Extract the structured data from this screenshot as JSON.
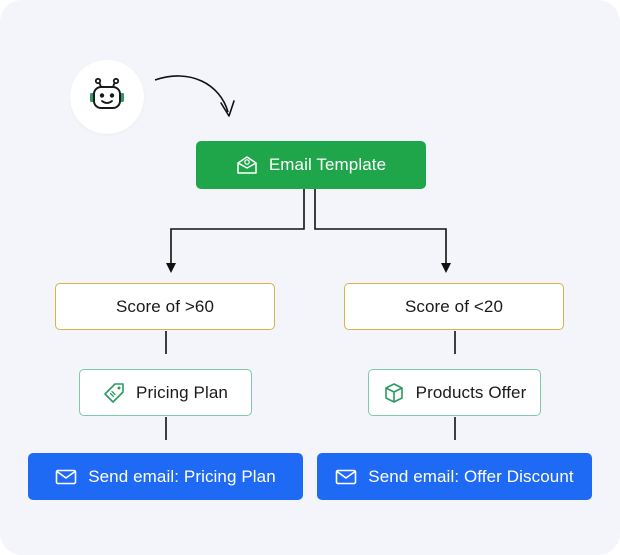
{
  "diagram": {
    "root": {
      "label": "Email Template",
      "icon": "email-template-icon",
      "color": "#1fa54a"
    },
    "branches": [
      {
        "condition": "Score of >60",
        "offer": {
          "label": "Pricing Plan",
          "icon": "price-tag-icon"
        },
        "action": {
          "label": "Send email: Pricing Plan",
          "icon": "envelope-icon"
        }
      },
      {
        "condition": "Score of <20",
        "offer": {
          "label": "Products Offer",
          "icon": "box-icon"
        },
        "action": {
          "label": "Send email: Offer Discount",
          "icon": "envelope-icon"
        }
      }
    ],
    "start_icon": "robot-icon",
    "colors": {
      "root": "#1fa54a",
      "condition_border": "#d9b24a",
      "offer_border": "#7ecaa6",
      "action": "#1f6af4",
      "accent_green": "#2c9a62"
    }
  }
}
